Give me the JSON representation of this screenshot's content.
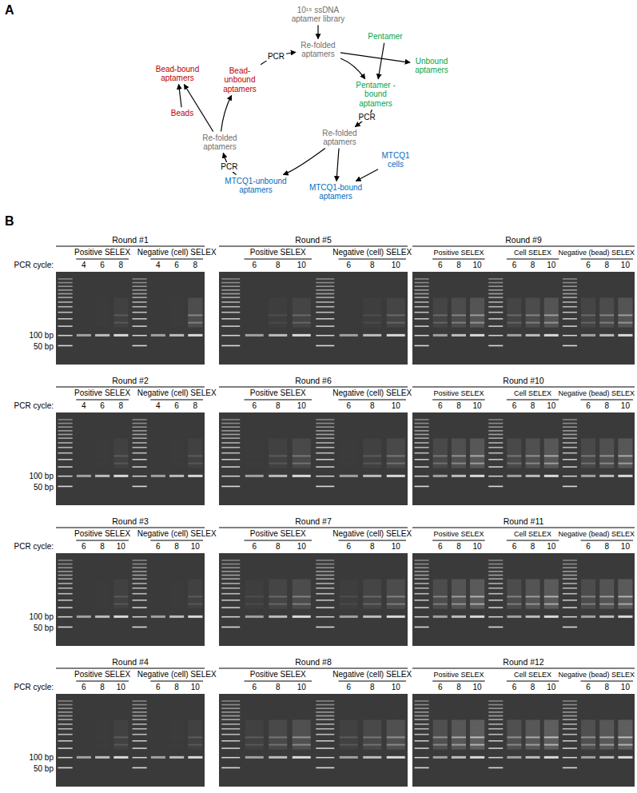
{
  "diagram": {
    "nodes": [
      {
        "text": [
          "10¹⁵ ssDNA aptamer library"
        ]
      },
      {
        "text": [
          "Re-folded aptamers"
        ]
      },
      {
        "text": [
          "Pentamer"
        ]
      },
      {
        "text": [
          "Unbound aptamers"
        ]
      },
      {
        "text": [
          "Pentamer -bound aptamers"
        ]
      },
      {
        "text": [
          "Re-folded aptamers"
        ]
      },
      {
        "text": [
          "MTCQ1 cells"
        ]
      },
      {
        "text": [
          "MTCQ1-bound aptamers"
        ]
      },
      {
        "text": [
          "MTCQ1-unbound aptamers"
        ]
      },
      {
        "text": [
          "Re-folded aptamers"
        ]
      },
      {
        "text": [
          "Beads"
        ]
      },
      {
        "text": [
          "Bead-bound aptamers"
        ]
      },
      {
        "text": [
          "Bead-unbound aptamers"
        ]
      }
    ],
    "edges": [
      {
        "from": 0,
        "to": 1,
        "arrow": "to"
      },
      {
        "from": 1,
        "to": 4,
        "arrow": "to"
      },
      {
        "from": 2,
        "to": 4,
        "arrow": "to"
      },
      {
        "from": 1,
        "to": 3,
        "arrow": "to"
      },
      {
        "from": 4,
        "to": 5,
        "label": "PCR",
        "arrow": "to"
      },
      {
        "from": 5,
        "to": 8,
        "arrow": "to"
      },
      {
        "from": 5,
        "to": 7,
        "arrow": "to"
      },
      {
        "from": 6,
        "to": 7,
        "arrow": "to"
      },
      {
        "from": 8,
        "to": 9,
        "label": "PCR",
        "arrow": "to"
      },
      {
        "from": 9,
        "to": 12,
        "arrow": "to"
      },
      {
        "from": 9,
        "to": 11,
        "arrow": "to"
      },
      {
        "from": 10,
        "to": 11,
        "arrow": "to"
      },
      {
        "from": 12,
        "to": 1,
        "label": "PCR",
        "arrow": "to"
      }
    ],
    "labels": [
      "A",
      "B",
      "Round #1",
      "Positive SELEX",
      "Negative (cell) SELEX",
      "PCR cycle:",
      "4",
      "6",
      "8",
      "4",
      "6",
      "8",
      "100 bp",
      "50 bp",
      "Round #5",
      "Positive SELEX",
      "Negative (cell) SELEX",
      "6",
      "8",
      "10",
      "6",
      "8",
      "10",
      "Round #9",
      "Positive SELEX",
      "Cell SELEX",
      "Negative (bead) SELEX",
      "6",
      "8",
      "10",
      "6",
      "8",
      "10",
      "6",
      "8",
      "10",
      "Round #2",
      "Positive SELEX",
      "Negative (cell) SELEX",
      "PCR cycle:",
      "4",
      "6",
      "8",
      "4",
      "6",
      "8",
      "100 bp",
      "50 bp",
      "Round #6",
      "Positive SELEX",
      "Negative (cell) SELEX",
      "6",
      "8",
      "10",
      "6",
      "8",
      "10",
      "Round #10",
      "Positive SELEX",
      "Cell SELEX",
      "Negative (bead) SELEX",
      "6",
      "8",
      "10",
      "6",
      "8",
      "10",
      "6",
      "8",
      "10",
      "Round #3",
      "Positive SELEX",
      "Negative (cell) SELEX",
      "PCR cycle:",
      "6",
      "8",
      "10",
      "6",
      "8",
      "10",
      "100 bp",
      "50 bp",
      "Round #7",
      "Positive SELEX",
      "Negative (cell) SELEX",
      "6",
      "8",
      "10",
      "6",
      "8",
      "10",
      "Round #11",
      "Positive SELEX",
      "Cell SELEX",
      "Negative (bead) SELEX",
      "6",
      "8",
      "10",
      "6",
      "8",
      "10",
      "6",
      "8",
      "10",
      "Round #4",
      "Positive SELEX",
      "Negative (cell) SELEX",
      "PCR cycle:",
      "6",
      "8",
      "10",
      "6",
      "8",
      "10",
      "100 bp",
      "50 bp",
      "Round #8",
      "Positive SELEX",
      "Negative (cell) SELEX",
      "6",
      "8",
      "10",
      "6",
      "8",
      "10",
      "Round #12",
      "Positive SELEX",
      "Cell SELEX",
      "Negative (bead) SELEX",
      "6",
      "8",
      "10",
      "6",
      "8",
      "10",
      "6",
      "8",
      "10"
    ]
  }
}
